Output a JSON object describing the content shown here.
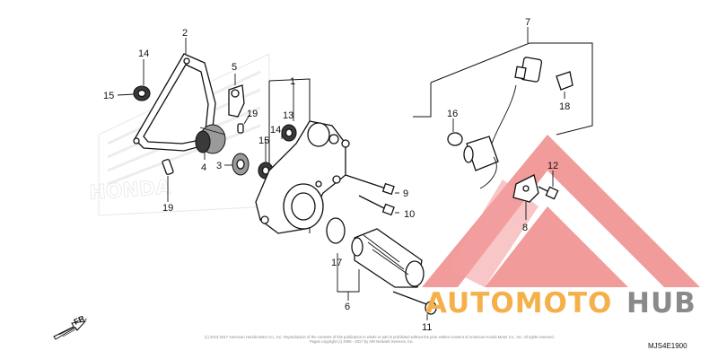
{
  "callouts": [
    "1",
    "2",
    "3",
    "4",
    "5",
    "6",
    "7",
    "8",
    "9",
    "10",
    "11",
    "12",
    "13",
    "14",
    "15",
    "15",
    "17",
    "18",
    "19",
    "19",
    "14",
    "16"
  ],
  "diagram_code": "MJS4E1900",
  "direction_label": "FR.",
  "watermark": {
    "text_primary": "AUTOMOTO",
    "text_secondary": "HUB",
    "color_primary": "#f5b04a",
    "color_secondary": "#8a8a8a",
    "logo_color": "#f08a8a"
  },
  "copyright_line1": "(c) 2013-2017 American Honda Motor Co., Inc. Reproduction of the contents of this publication in whole or part is prohibited without the prior written consent of American Honda Motor Co., Inc. All rights reserved.",
  "copyright_line2": "Pages copyright (c) 2006 - 2017 by ARI Network Services, Inc."
}
